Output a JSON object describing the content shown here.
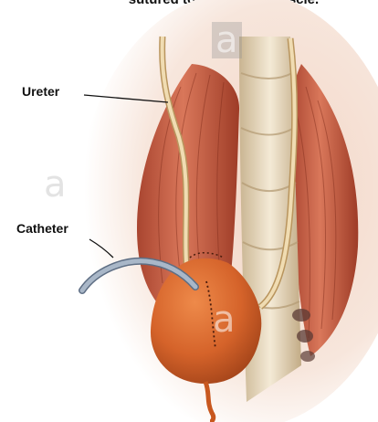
{
  "caption": "sutured to the Psoas muscle.",
  "labels": {
    "ureter": "Ureter",
    "catheter": "Catheter"
  },
  "watermark": "a",
  "colors": {
    "muscle": "#c85a3f",
    "muscle_dark": "#8e3422",
    "bladder": "#d9692d",
    "bladder_dark": "#a8461a",
    "ureter": "#e9cfa0",
    "catheter": "#8a9bb0",
    "spine": "#e9dcc2"
  }
}
